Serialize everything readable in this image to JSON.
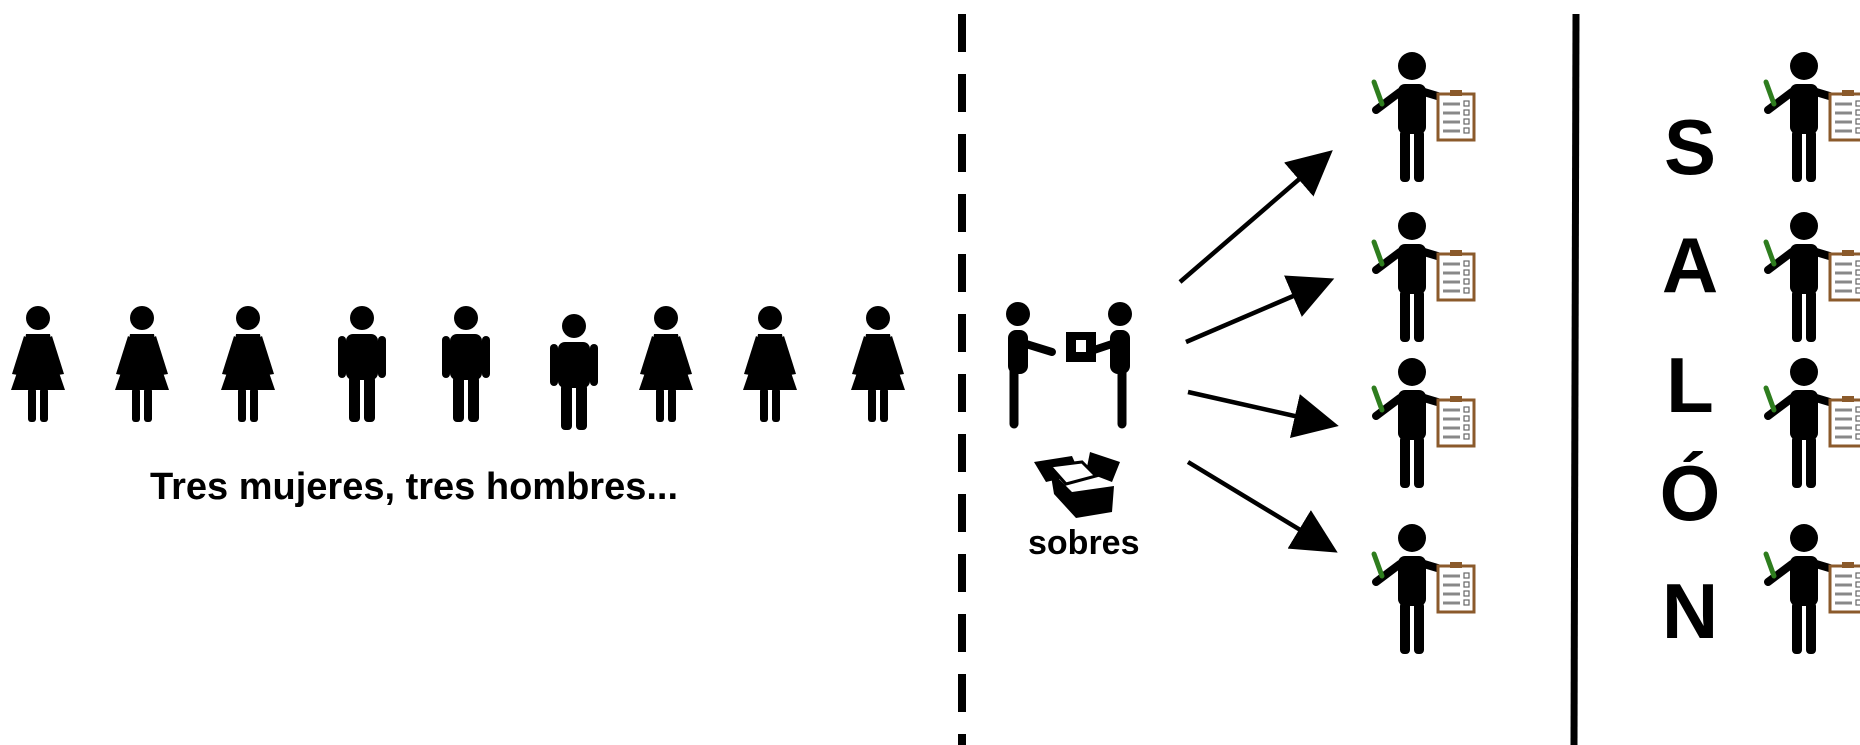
{
  "queue": {
    "label": "Tres mujeres, tres hombres...",
    "people": [
      "woman",
      "woman",
      "woman",
      "man",
      "man",
      "man",
      "woman",
      "woman",
      "woman"
    ]
  },
  "exchange": {
    "label": "sobres",
    "icons": [
      "handover-icon",
      "open-box-icon"
    ]
  },
  "arrows_count": 4,
  "interviewers_count": 4,
  "salon": {
    "letters": [
      "S",
      "A",
      "L",
      "Ó",
      "N"
    ]
  },
  "colors": {
    "figure": "#000000",
    "clipboard": "#8B5A2B",
    "pencil": "#2e7d1e",
    "background": "#ffffff"
  }
}
